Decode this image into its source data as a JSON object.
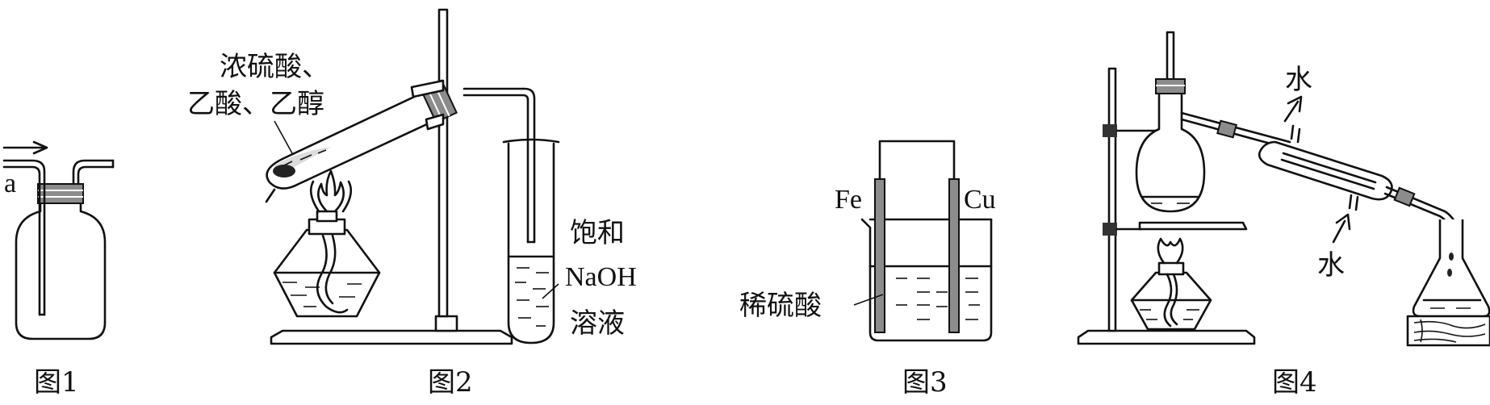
{
  "figures": [
    {
      "id": "fig1",
      "caption": "图1",
      "labels": {
        "inlet": "a"
      }
    },
    {
      "id": "fig2",
      "caption": "图2",
      "labels": {
        "reagents_line1": "浓硫酸、",
        "reagents_line2": "乙酸、乙醇",
        "solution_line1": "饱和",
        "solution_line2": "NaOH",
        "solution_line3": "溶液"
      }
    },
    {
      "id": "fig3",
      "caption": "图3",
      "labels": {
        "left_electrode": "Fe",
        "right_electrode": "Cu",
        "electrolyte": "稀硫酸"
      }
    },
    {
      "id": "fig4",
      "caption": "图4",
      "labels": {
        "water_out": "水",
        "water_in": "水"
      }
    }
  ]
}
